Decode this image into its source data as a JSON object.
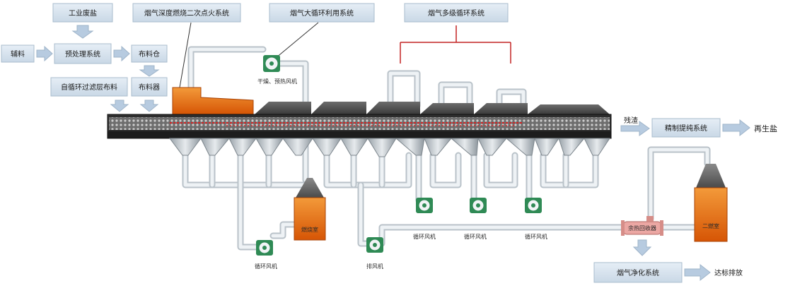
{
  "colors": {
    "box_fill": "#d6e3ef",
    "box_stroke": "#a9bccd",
    "arrow_fill": "#b7cbe0",
    "pipe": "#b9c2c9",
    "furnace_orange": "#e46a0f",
    "furnace_dark": "#3c3c3c",
    "red_bracket": "#c22222",
    "fan_green": "#2f8a55",
    "heat_exchanger": "#eba7a3"
  },
  "labels": {
    "industrial_salt": "工业废盐",
    "auxiliary": "辅料",
    "pretreatment": "预处理系统",
    "silo": "布料仓",
    "self_cycle": "自循环过滤层布料",
    "distributor": "布料器",
    "deep_combustion": "烟气深度燃烧二次点火系统",
    "big_cycle": "烟气大循环利用系统",
    "multi_cycle": "烟气多级循环系统",
    "dry_fan": "干燥、预热风机",
    "residue": "残渣",
    "refining": "精制提纯系统",
    "regen_salt": "再生盐",
    "combustion_chamber": "燃烧室",
    "secondary_chamber": "二燃室",
    "heat_recovery": "余热回收器",
    "flue_purification": "烟气净化系统",
    "discharge": "达标排放",
    "cycle_fan_left": "循环风机",
    "exhaust_fan": "排风机",
    "cycle_fan_1": "循环风机",
    "cycle_fan_2": "循环风机",
    "cycle_fan_3": "循环风机"
  }
}
